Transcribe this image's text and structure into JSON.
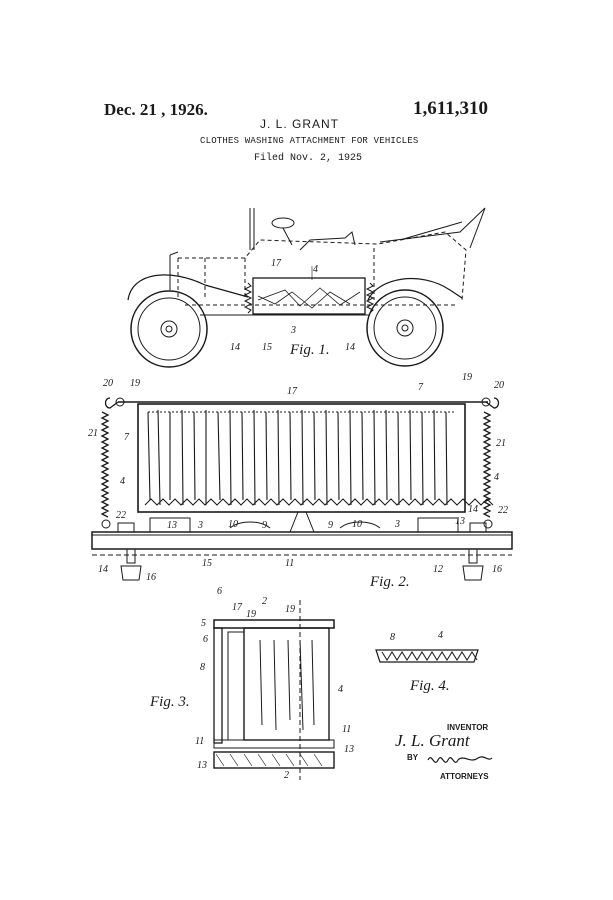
{
  "header": {
    "date": "Dec. 21 , 1926.",
    "inventor_name": "J. L. GRANT",
    "patent_number": "1,611,310",
    "title": "CLOTHES WASHING ATTACHMENT FOR VEHICLES",
    "filed": "Filed Nov. 2, 1925"
  },
  "figures": {
    "fig1": "Fig. 1.",
    "fig2": "Fig. 2.",
    "fig3": "Fig. 3.",
    "fig4": "Fig. 4."
  },
  "signature_block": {
    "inventor_label": "INVENTOR",
    "inventor_signature": "J. L. Grant",
    "by_label": "BY",
    "attorneys_label": "ATTORNEYS"
  }
}
